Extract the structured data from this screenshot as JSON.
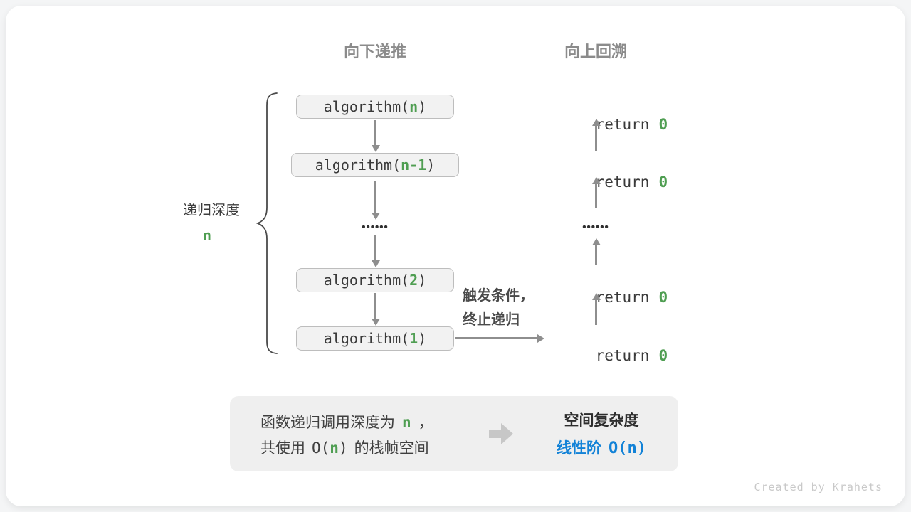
{
  "colors": {
    "green_accent": "#4f9e52",
    "blue_accent": "#1282d7",
    "header_gray": "#8b8b8b",
    "arrow_gray": "#8e8e8e",
    "box_fill": "#f2f2f2",
    "box_border": "#bdbdbd",
    "panel_fill": "#efefef",
    "text_dark": "#3a3a3a",
    "credit_gray": "#c9c9c9"
  },
  "headers": {
    "down": "向下递推",
    "up": "向上回溯"
  },
  "depth": {
    "label": "递归深度",
    "var": "n"
  },
  "stack": {
    "boxes": [
      {
        "prefix": "algorithm(",
        "arg": "n",
        "suffix": ")"
      },
      {
        "prefix": "algorithm(",
        "arg": "n-1",
        "suffix": ")"
      },
      {
        "prefix": "algorithm(",
        "arg": "2",
        "suffix": ")"
      },
      {
        "prefix": "algorithm(",
        "arg": "1",
        "suffix": ")"
      }
    ],
    "ellipsis": "••••••"
  },
  "returns": {
    "keyword": "return",
    "value": "0",
    "ellipsis": "••••••"
  },
  "trigger": {
    "line1": "触发条件，",
    "line2": "终止递归"
  },
  "summary": {
    "line1": {
      "t1": "函数递归调用深度为",
      "var": "n",
      "t2": "，"
    },
    "line2": {
      "t1": "共使用",
      "o_open": "O(",
      "var": "n",
      "o_close": ")",
      "t2": "的栈帧空间"
    },
    "result_title": "空间复杂度",
    "result": {
      "label": "线性阶",
      "o_open": "O(",
      "var": "n",
      "o_close": ")"
    }
  },
  "credit": "Created by Krahets"
}
